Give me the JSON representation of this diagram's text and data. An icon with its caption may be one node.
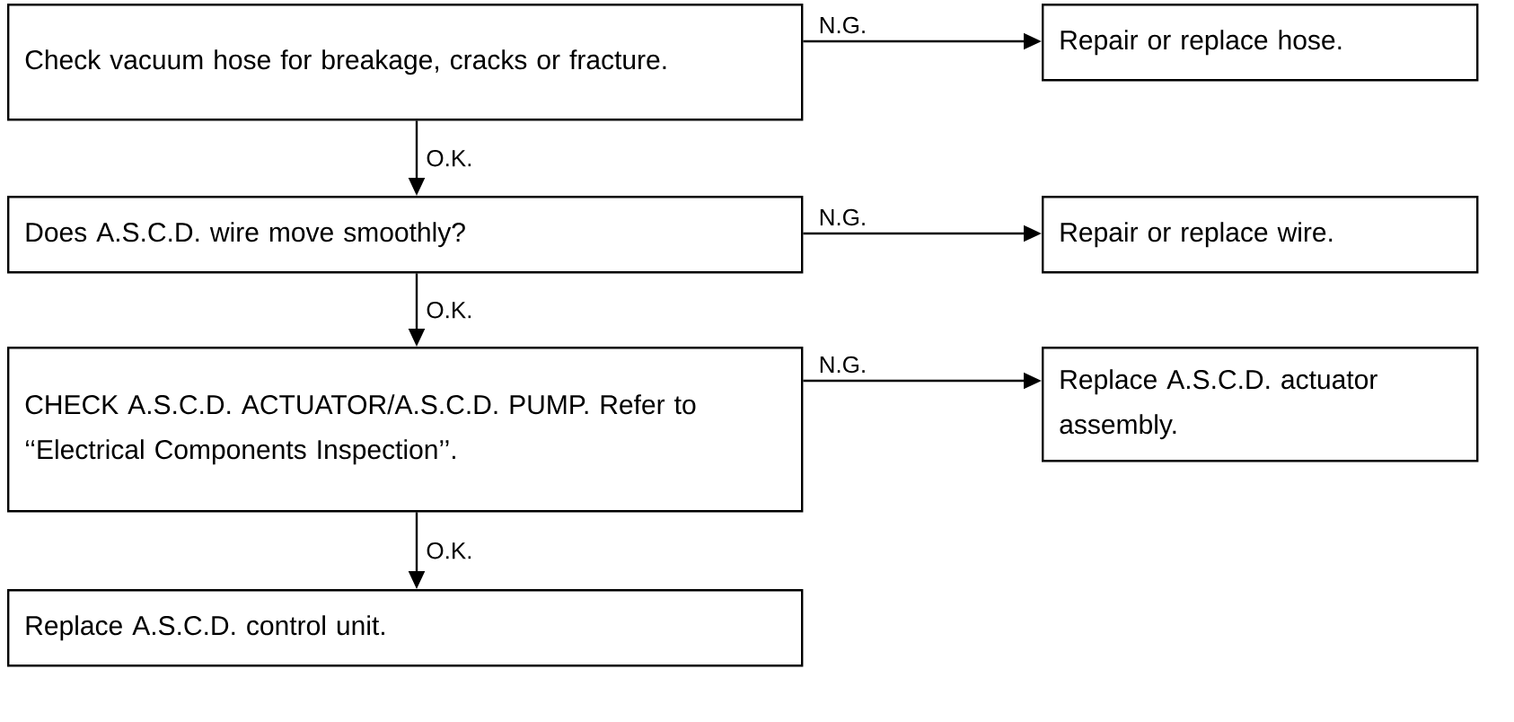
{
  "diagram": {
    "nodes": [
      {
        "text": [
          "Check vacuum hose for breakage, cracks or fracture."
        ]
      },
      {
        "text": [
          "Repair or replace hose."
        ]
      },
      {
        "text": [
          "Does A.S.C.D. wire move smoothly?"
        ]
      },
      {
        "text": [
          "Repair or replace wire."
        ]
      },
      {
        "text": [
          "CHECK A.S.C.D. ACTUATOR/A.S.C.D. PUMP. Refer to ‘‘Electrical Components Inspection’’."
        ]
      },
      {
        "text": [
          "Replace A.S.C.D. actuator assembly."
        ]
      },
      {
        "text": [
          "Replace A.S.C.D. control unit."
        ]
      }
    ],
    "edges": [
      {
        "from": 0,
        "to": 1,
        "arrow": "to",
        "label": "N.G."
      },
      {
        "from": 0,
        "to": 2,
        "arrow": "to",
        "label": "O.K."
      },
      {
        "from": 2,
        "to": 3,
        "arrow": "to",
        "label": "N.G."
      },
      {
        "from": 2,
        "to": 4,
        "arrow": "to",
        "label": "O.K."
      },
      {
        "from": 4,
        "to": 5,
        "arrow": "to",
        "label": "N.G."
      },
      {
        "from": 4,
        "to": 6,
        "arrow": "to",
        "label": "O.K."
      }
    ]
  }
}
